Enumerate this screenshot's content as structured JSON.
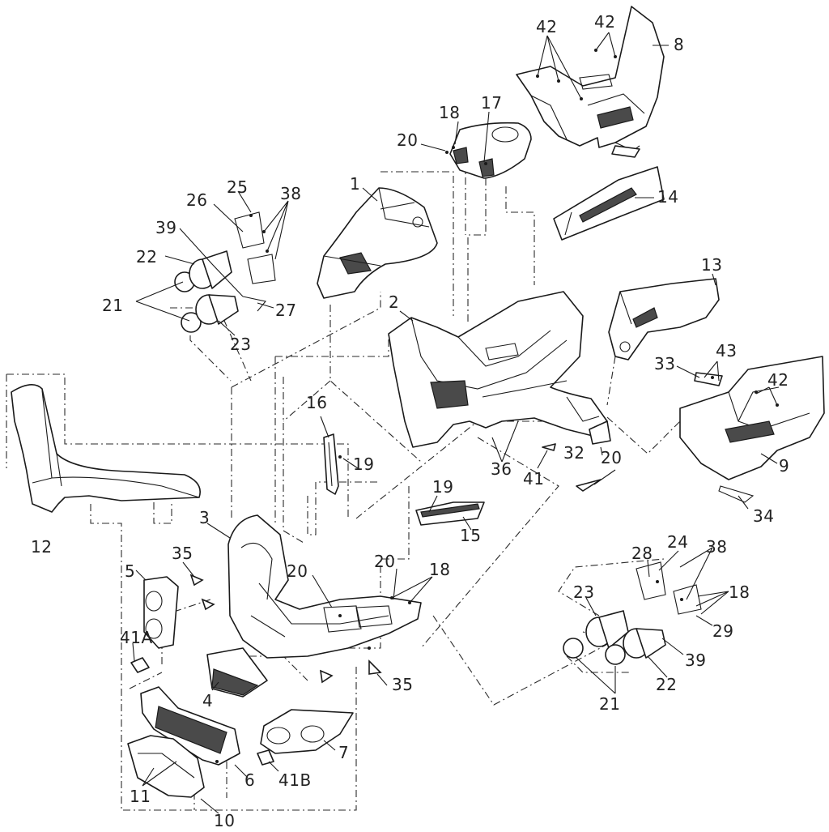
{
  "diagram": {
    "type": "exploded-parts-diagram",
    "labels": {
      "p1": "1",
      "p2": "2",
      "p3": "3",
      "p4": "4",
      "p5": "5",
      "p6": "6",
      "p7": "7",
      "p8": "8",
      "p9": "9",
      "p10": "10",
      "p11": "11",
      "p12": "12",
      "p13": "13",
      "p14": "14",
      "p15": "15",
      "p16": "16",
      "p17": "17",
      "p18_top": "18",
      "p18_mid": "18",
      "p18_right": "18",
      "p19_a": "19",
      "p19_b": "19",
      "p20_top": "20",
      "p20_mid_a": "20",
      "p20_mid_b": "20",
      "p20_right": "20",
      "p21_left": "21",
      "p21_right": "21",
      "p22_left": "22",
      "p22_right": "22",
      "p23_left": "23",
      "p23_right": "23",
      "p24": "24",
      "p25": "25",
      "p26": "26",
      "p27": "27",
      "p28": "28",
      "p29": "29",
      "p32": "32",
      "p33": "33",
      "p34": "34",
      "p35_a": "35",
      "p35_b": "35",
      "p36": "36",
      "p38_left": "38",
      "p38_right": "38",
      "p39_left": "39",
      "p39_right": "39",
      "p41": "41",
      "p41a": "41A",
      "p41b": "41B",
      "p42_top_a": "42",
      "p42_top_b": "42",
      "p42_right": "42",
      "p43": "43"
    }
  }
}
